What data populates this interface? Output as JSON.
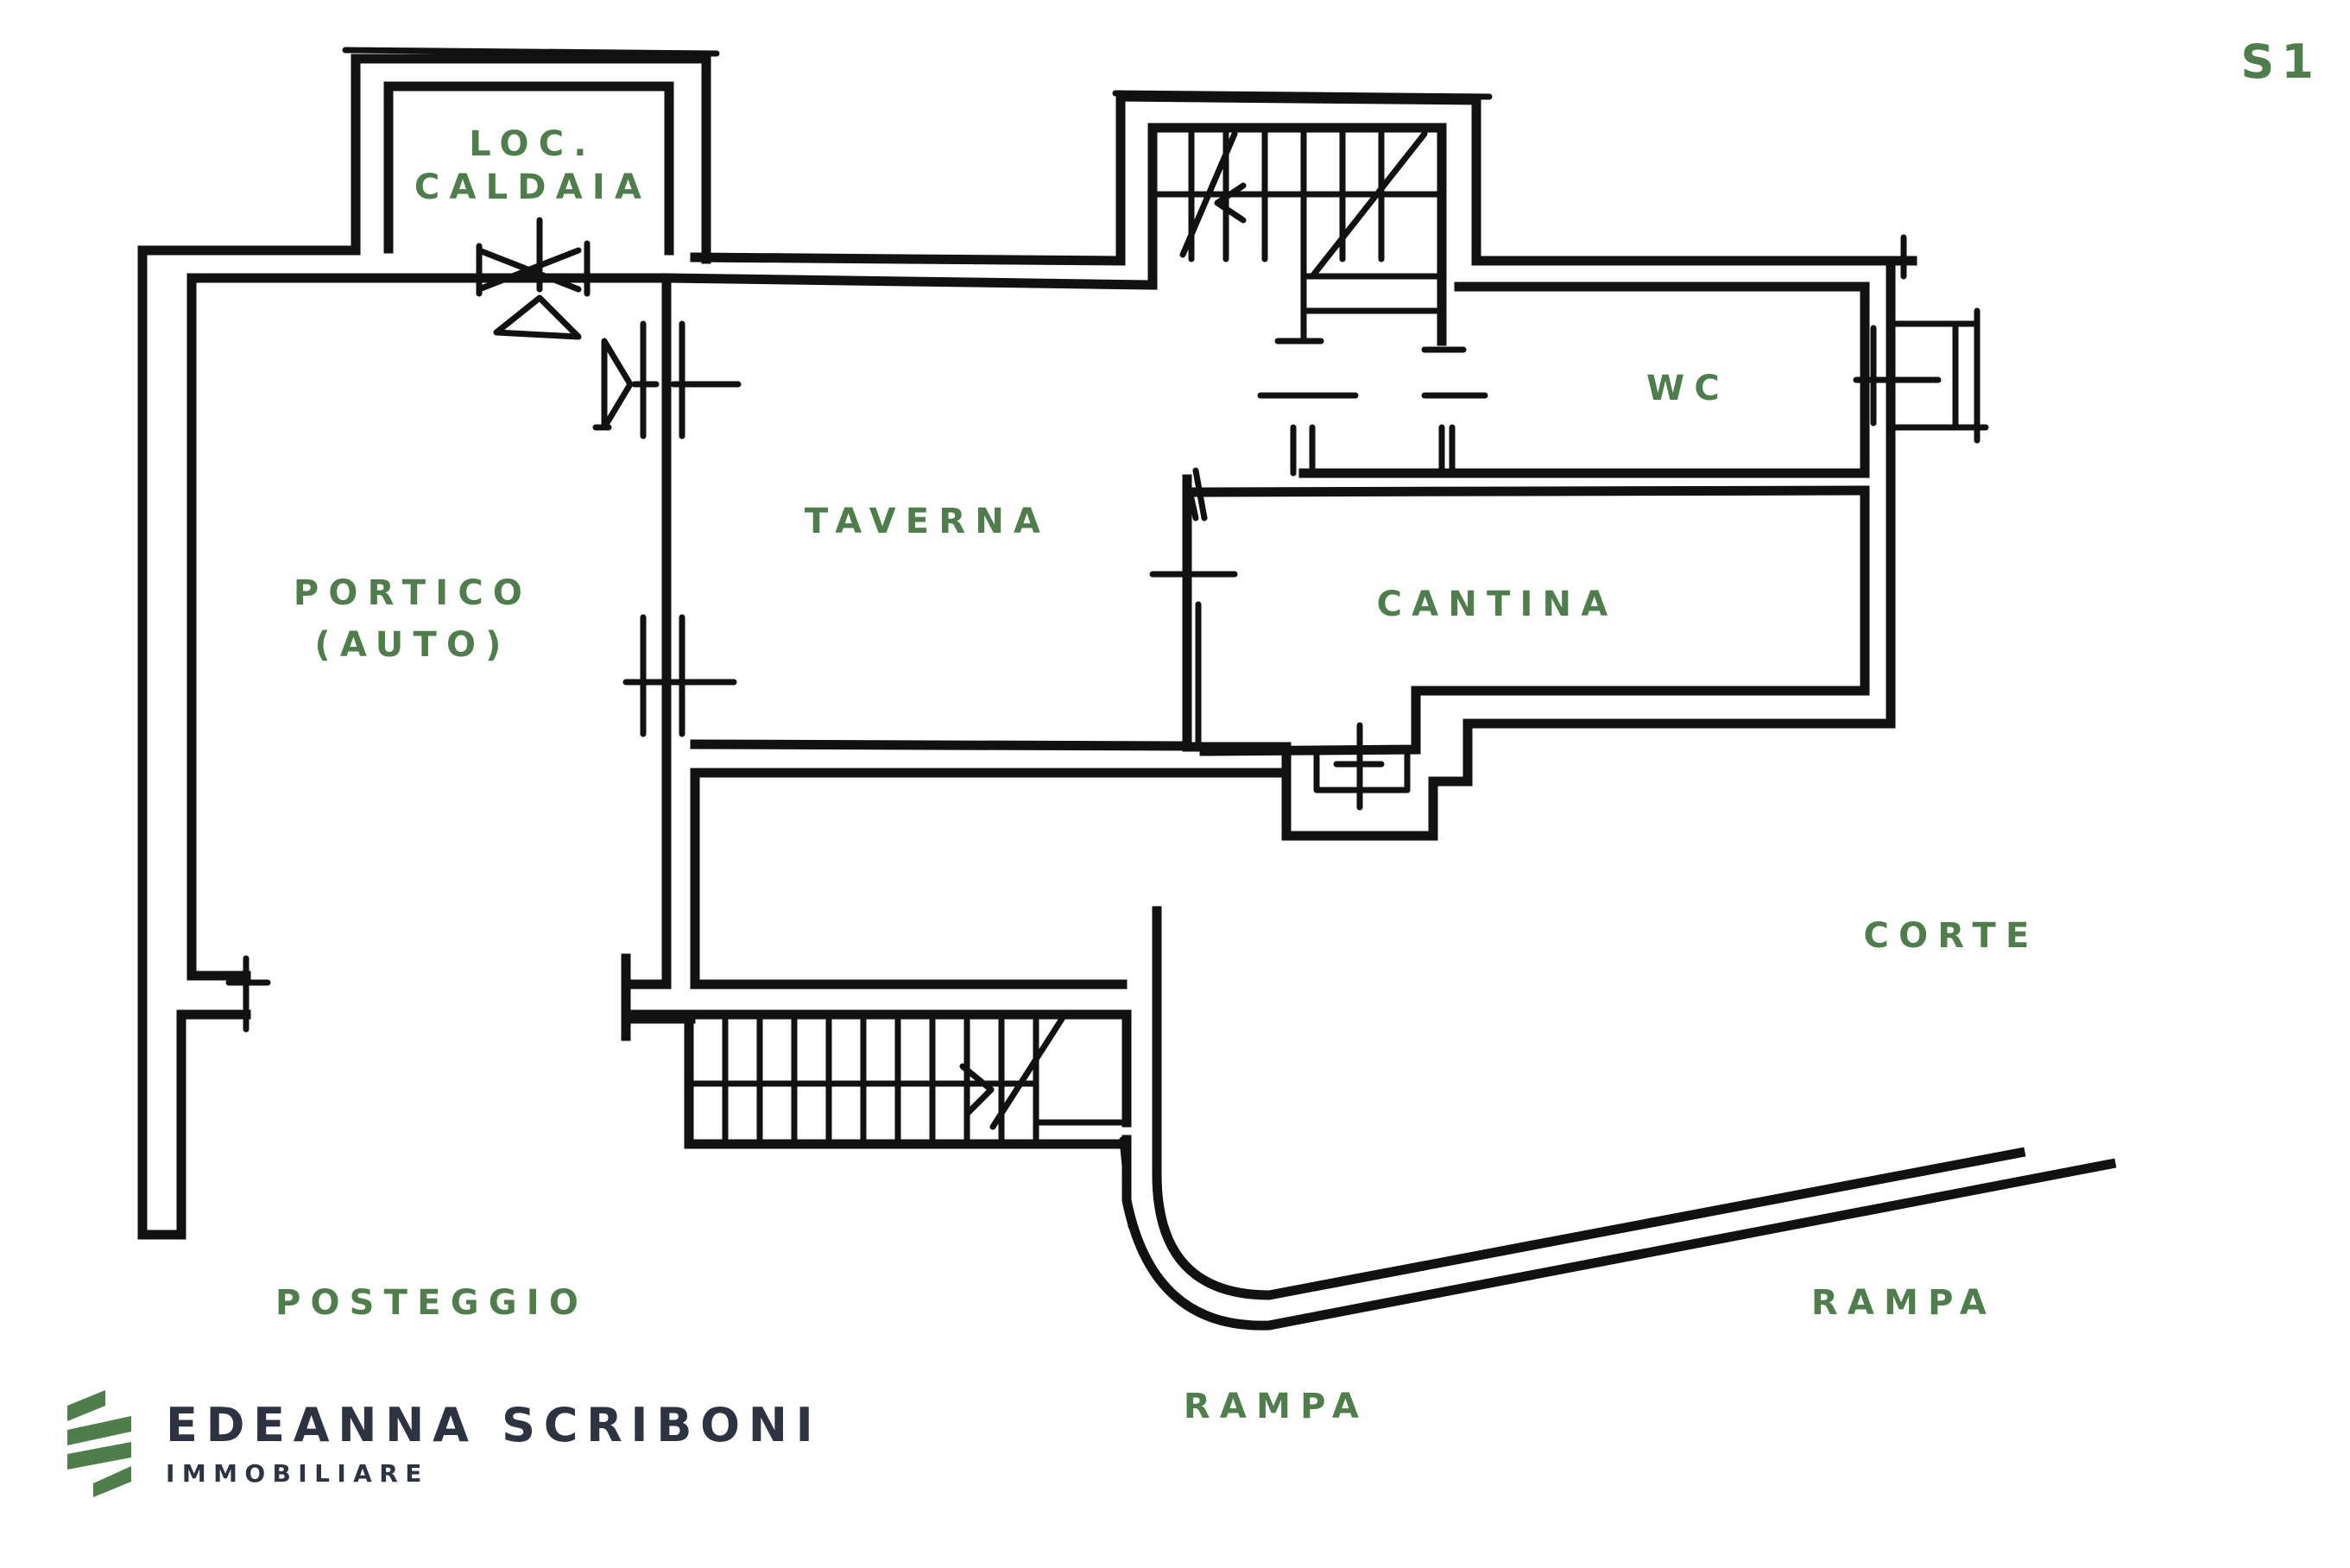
{
  "sheet": {
    "id": "S1"
  },
  "rooms": [
    {
      "key": "loc_caldaia",
      "lines": [
        "LOC.",
        "CALDAIA"
      ]
    },
    {
      "key": "portico",
      "lines": [
        "PORTICO",
        "(AUTO)"
      ]
    },
    {
      "key": "taverna",
      "lines": [
        "TAVERNA"
      ]
    },
    {
      "key": "wc",
      "lines": [
        "WC"
      ]
    },
    {
      "key": "cantina",
      "lines": [
        "CANTINA"
      ]
    },
    {
      "key": "corte",
      "lines": [
        "CORTE"
      ]
    },
    {
      "key": "posteggio",
      "lines": [
        "POSTEGGIO"
      ]
    },
    {
      "key": "rampa_right",
      "lines": [
        "RAMPA"
      ]
    },
    {
      "key": "rampa_bottom",
      "lines": [
        "RAMPA"
      ]
    }
  ],
  "brand": {
    "name": "EDEANNA SCRIBONI",
    "subtitle": "IMMOBILIARE",
    "logo_icon": "stacked-stripes-logo-icon",
    "logo_color": "#4f7d4c",
    "text_color": "#2d3340"
  },
  "colors": {
    "label_green": "#4f7d4c",
    "wall": "#111111",
    "background": "#ffffff"
  }
}
